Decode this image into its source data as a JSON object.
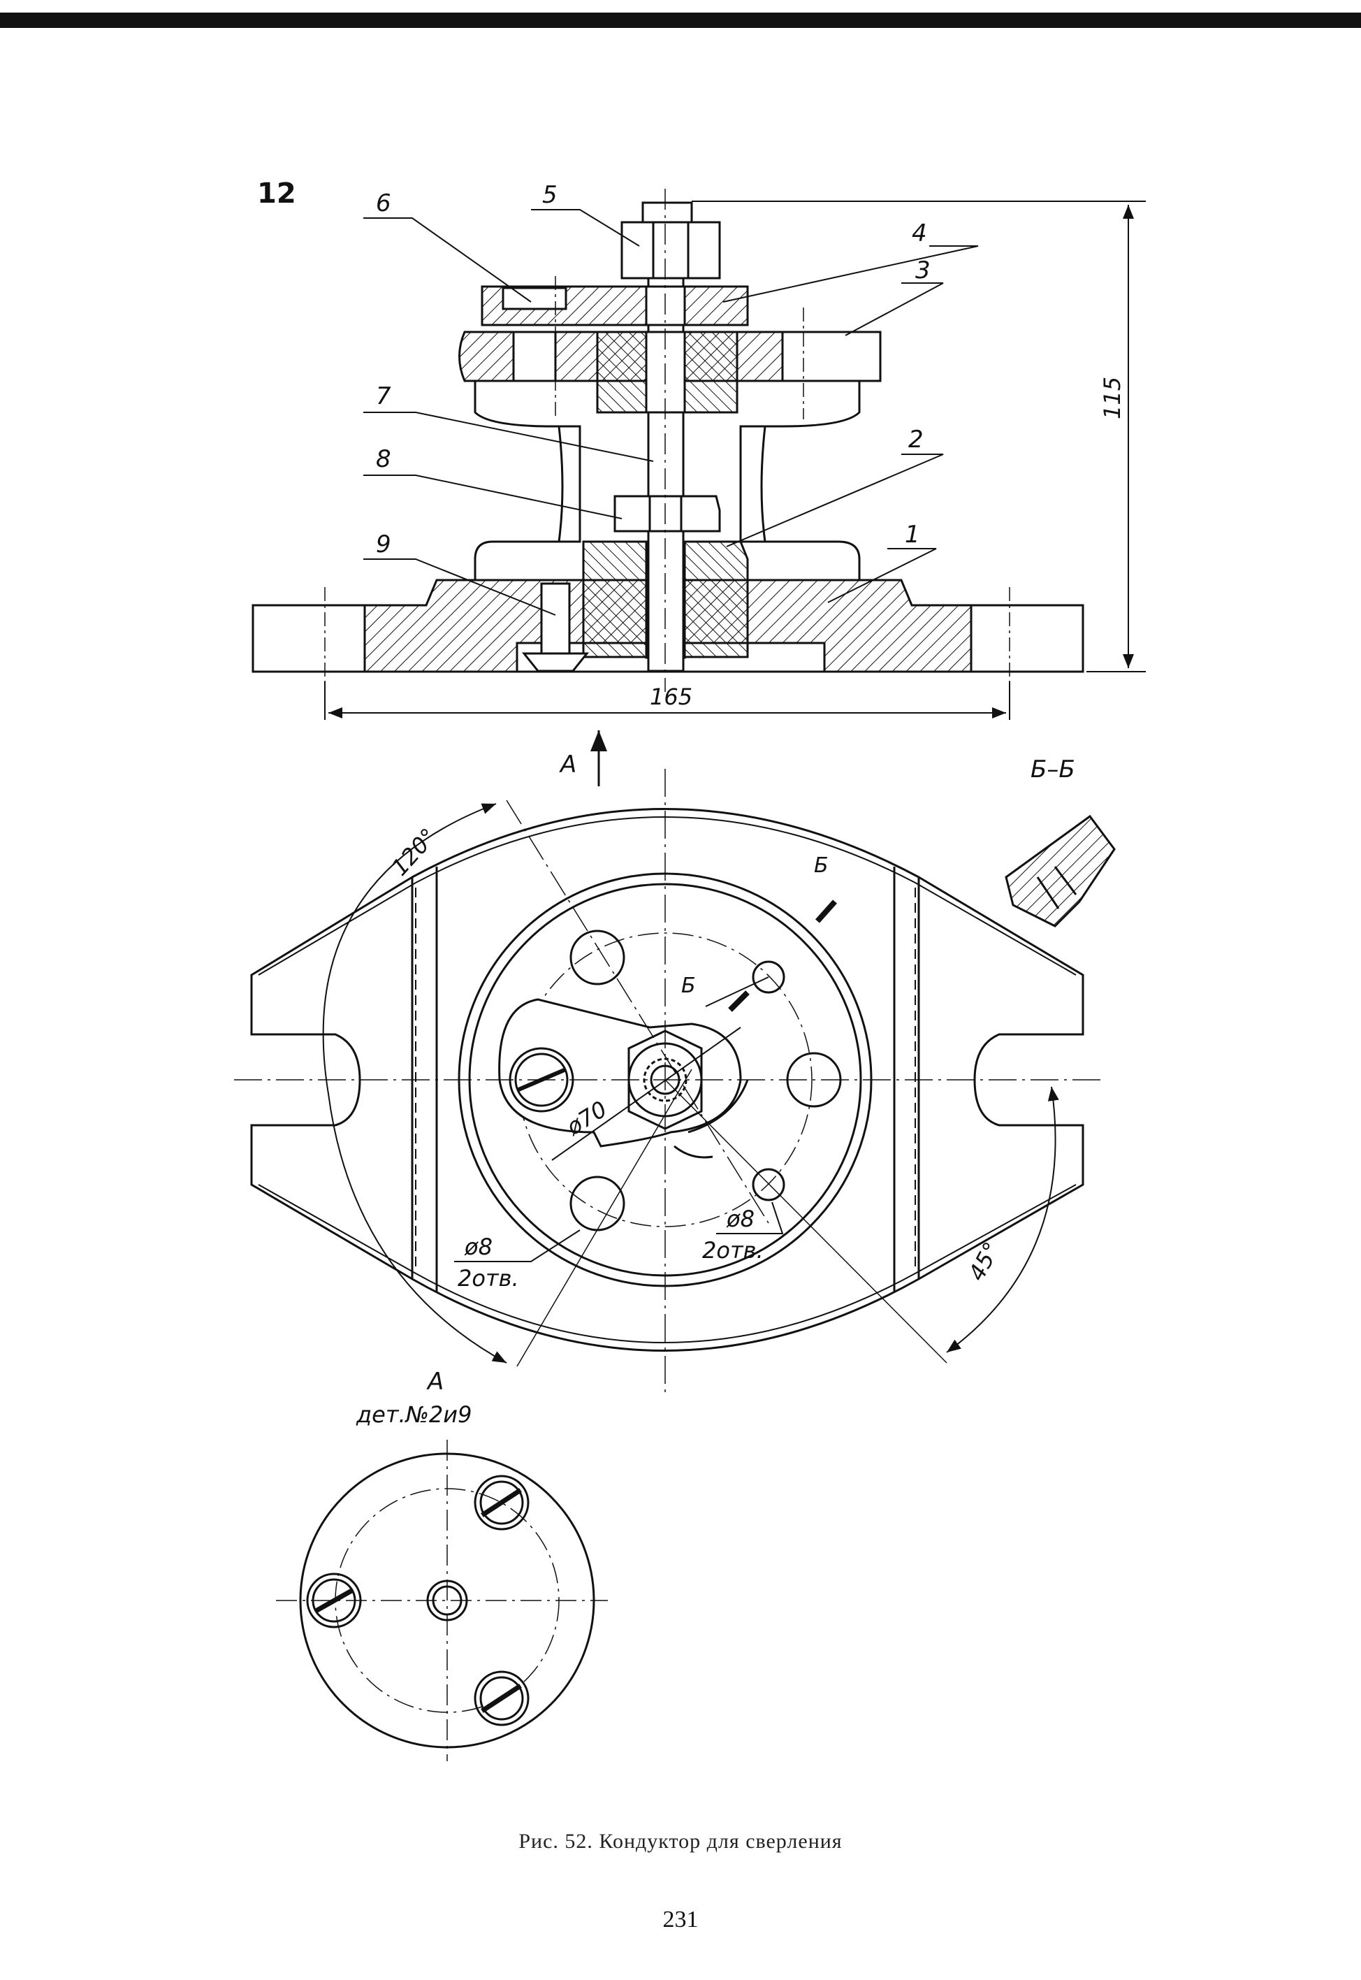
{
  "problem_number": "12",
  "labels": {
    "parts": [
      "1",
      "2",
      "3",
      "4",
      "5",
      "6",
      "7",
      "8",
      "9"
    ],
    "dim_width": "165",
    "dim_height": "115",
    "view_arrow": "А",
    "section_title": "Б–Б",
    "section_mark": "Б",
    "angle_120": "120°",
    "angle_45": "45°",
    "dia_70": "ø70",
    "dia_8": "ø8",
    "holes_2": "2отв.",
    "view_a_title": "А",
    "view_a_subtitle": "дет.№2и9"
  },
  "caption": "Рис. 52. Кондуктор для сверления",
  "page_number": "231",
  "colors": {
    "ink": "#111111",
    "paper": "#ffffff"
  }
}
